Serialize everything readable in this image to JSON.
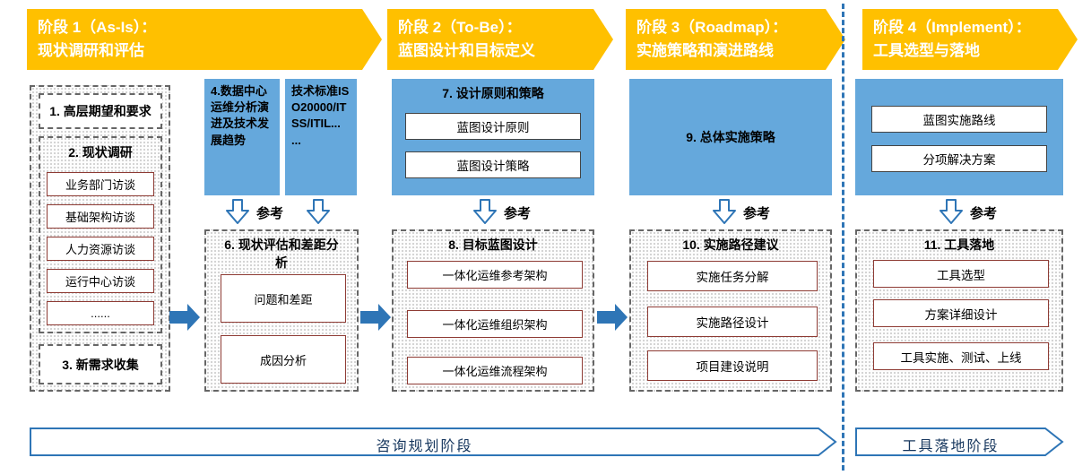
{
  "colors": {
    "banner": "#FFC000",
    "blue_box": "#65A8DC",
    "arrow_blue": "#2E75B6",
    "red_border": "#8E3B34"
  },
  "phases": [
    {
      "line1": "阶段 1（As-Is）：",
      "line2": "现状调研和评估"
    },
    {
      "line1": "阶段 2（To-Be）：",
      "line2": "蓝图设计和目标定义"
    },
    {
      "line1": "阶段 3（Roadmap）：",
      "line2": "实施策略和演进路线"
    },
    {
      "line1": "阶段 4（Implement）：",
      "line2": "工具选型与落地"
    }
  ],
  "as_is": {
    "expectations": "1. 高层期望和要求",
    "survey_title": "2. 现状调研",
    "survey_items": [
      "业务部门访谈",
      "基础架构访谈",
      "人力资源访谈",
      "运行中心访谈",
      "......"
    ],
    "new_requirements": "3. 新需求收集"
  },
  "gap": {
    "ref_left": "4.数据中心运维分析演进及技术发展趋势",
    "ref_right": "技术标准ISO20000/ITSS/ITIL... ...",
    "ref_label": "参考",
    "title": "6. 现状评估和差距分析",
    "items": [
      "问题和差距",
      "成因分析"
    ]
  },
  "to_be": {
    "top_title": "7. 设计原则和策略",
    "top_items": [
      "蓝图设计原则",
      "蓝图设计策略"
    ],
    "ref_label": "参考",
    "title": "8. 目标蓝图设计",
    "items": [
      "一体化运维参考架构",
      "一体化运维组织架构",
      "一体化运维流程架构"
    ]
  },
  "roadmap": {
    "top_title": "9. 总体实施策略",
    "ref_label": "参考",
    "title": "10. 实施路径建议",
    "items": [
      "实施任务分解",
      "实施路径设计",
      "项目建设说明"
    ]
  },
  "implement": {
    "top_items": [
      "蓝图实施路线",
      "分项解决方案"
    ],
    "ref_label": "参考",
    "title": "11. 工具落地",
    "items": [
      "工具选型",
      "方案详细设计",
      "工具实施、测试、上线"
    ]
  },
  "footer": {
    "consulting": "咨询规划阶段",
    "landing": "工具落地阶段"
  }
}
